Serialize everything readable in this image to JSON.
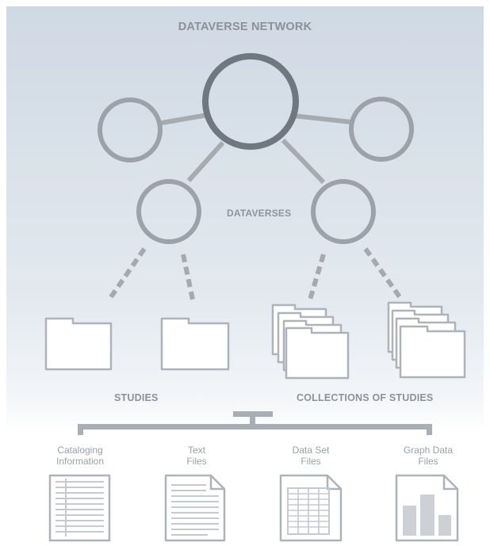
{
  "title": "DATAVERSE NETWORK",
  "dataverses_label": "DATAVERSES",
  "studies_label": "STUDIES",
  "collections_label": "COLLECTIONS OF STUDIES",
  "file_types": [
    {
      "line1": "Cataloging",
      "line2": "Information",
      "icon": "list-document-icon"
    },
    {
      "line1": "Text",
      "line2": "Files",
      "icon": "text-file-icon"
    },
    {
      "line1": "Data Set",
      "line2": "Files",
      "icon": "spreadsheet-file-icon"
    },
    {
      "line1": "Graph Data",
      "line2": "Files",
      "icon": "bar-chart-file-icon"
    }
  ],
  "colors": {
    "background_top": "#cfd9e4",
    "main_node": "#6f7780",
    "node": "#9ba2a9",
    "line": "#a5abb1",
    "icon_stroke": "#adb3b8"
  }
}
